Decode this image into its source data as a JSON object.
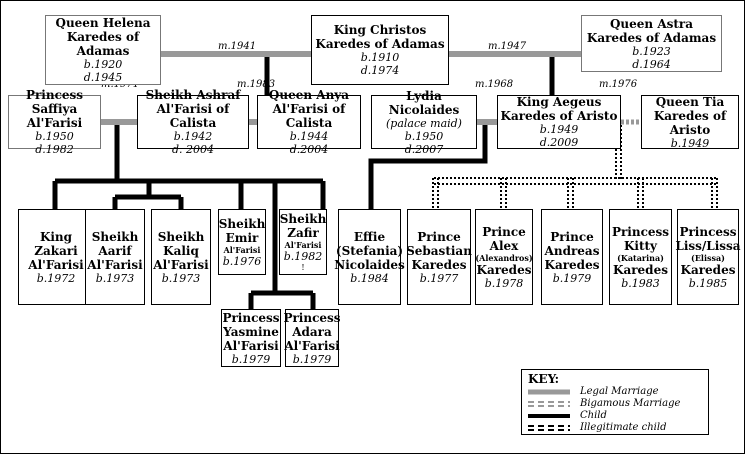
{
  "people": {
    "helena": {
      "title": "Queen Helena",
      "surname": "Karedes of Adamas",
      "birth": "b.1920",
      "death": "d.1945"
    },
    "christos": {
      "title": "King Christos",
      "surname": "Karedes of Adamas",
      "birth": "b.1910",
      "death": "d.1974"
    },
    "astra": {
      "title": "Queen Astra",
      "surname": "Karedes of Adamas",
      "birth": "b.1923",
      "death": "d.1964"
    },
    "saffiya": {
      "title": "Princess Saffiya",
      "surname": "Al'Farisi",
      "birth": "b.1950",
      "death": "d.1982"
    },
    "ashraf": {
      "title": "Sheikh Ashraf",
      "surname": "Al'Farisi of Calista",
      "birth": "b.1942",
      "death": "d. 2004"
    },
    "anya": {
      "title": "Queen Anya",
      "surname": "Al'Farisi of Calista",
      "birth": "b.1944",
      "death": "d.2004"
    },
    "lydia": {
      "title": "Lydia Nicolaides",
      "note": "(palace maid)",
      "birth": "b.1950",
      "death": "d.2007"
    },
    "aegeus": {
      "title": "King Aegeus",
      "surname": "Karedes of Aristo",
      "birth": "b.1949",
      "death": "d.2009"
    },
    "tia": {
      "title": "Queen Tia",
      "surname": "Karedes of Aristo",
      "birth": "b.1949"
    },
    "zakari": {
      "line1": "King",
      "line2": "Zakari",
      "line3": "Al'Farisi",
      "birth": "b.1972"
    },
    "aarif": {
      "line1": "Sheikh",
      "line2": "Aarif",
      "line3": "Al'Farisi",
      "birth": "b.1973"
    },
    "kaliq": {
      "line1": "Sheikh",
      "line2": "Kaliq",
      "line3": "Al'Farisi",
      "birth": "b.1973"
    },
    "emir": {
      "line1": "Sheikh",
      "line2": "Emir",
      "small": "Al'Farisi",
      "birth": "b.1976"
    },
    "zafir": {
      "line1": "Sheikh",
      "line2": "Zafir",
      "small": "Al'Farisi",
      "birth": "b.1982",
      "mark": "!"
    },
    "effie": {
      "line1": "Effie",
      "line2": "(Stefania)",
      "line3": "Nicolaides",
      "birth": "b.1984"
    },
    "sebastian": {
      "line1": "Prince",
      "line2": "Sebastian",
      "line3": "Karedes",
      "birth": "b.1977"
    },
    "alex": {
      "line1": "Prince",
      "line2": "Alex",
      "small": "(Alexandros)",
      "line3": "Karedes",
      "birth": "b.1978"
    },
    "andreas": {
      "line1": "Prince",
      "line2": "Andreas",
      "line3": "Karedes",
      "birth": "b.1979"
    },
    "kitty": {
      "line1": "Princess",
      "line2": "Kitty",
      "small": "(Katarina)",
      "line3": "Karedes",
      "birth": "b.1983"
    },
    "liss": {
      "line1": "Princess",
      "line2": "Liss/Lissa",
      "small": "(Elissa)",
      "line3": "Karedes",
      "birth": "b.1985"
    },
    "yasmine": {
      "line1": "Princess",
      "line2": "Yasmine",
      "line3": "Al'Farisi",
      "birth": "b.1979"
    },
    "adara": {
      "line1": "Princess",
      "line2": "Adara",
      "line3": "Al'Farisi",
      "birth": "b.1979"
    }
  },
  "marriages": {
    "m1941": "m.1941",
    "m1947": "m.1947",
    "m1971": "m.1971",
    "m1983": "m.1983",
    "m1968": "m.1968",
    "m1976": "m.1976"
  },
  "key": {
    "title": "KEY:",
    "legal": "Legal Marriage",
    "bigamous": "Bigamous Marriage",
    "child": "Child",
    "illegitimate": "Illegitimate child"
  },
  "colors": {
    "legal_marriage": "#999999",
    "bigamous_marriage": "#999999",
    "child_line": "#000000",
    "illegitimate_line": "#000000"
  }
}
